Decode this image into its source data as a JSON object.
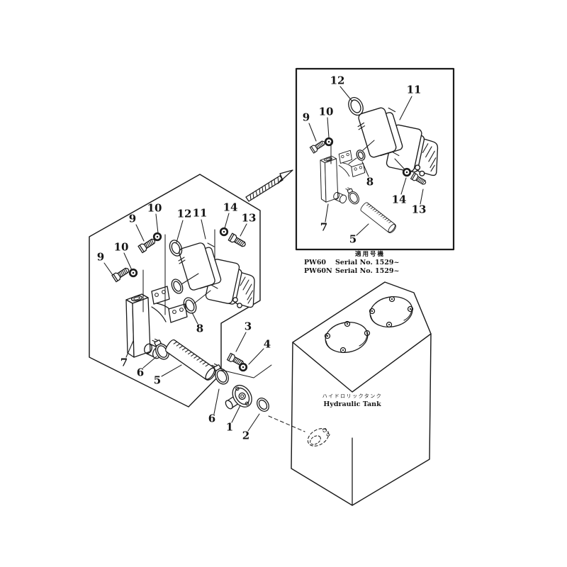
{
  "doc_type": "parts-diagram",
  "caption": {
    "jp_header": "適用号機",
    "rows": [
      {
        "model": "PW60",
        "serial": "Serial No. 1529~"
      },
      {
        "model": "PW60N",
        "serial": "Serial No. 1529~"
      }
    ]
  },
  "tank": {
    "label_jp": "ハイドロリックタンク",
    "label_en": "Hydraulic Tank"
  },
  "callouts_main": [
    "9",
    "10",
    "9",
    "10",
    "12",
    "11",
    "14",
    "13",
    "8",
    "7",
    "6",
    "5",
    "3",
    "4",
    "6",
    "1",
    "2"
  ],
  "callouts_inset": [
    "12",
    "11",
    "9",
    "10",
    "8",
    "14",
    "13",
    "7",
    "5"
  ],
  "colors": {
    "ink": "#1b1b1b",
    "background": "#ffffff"
  }
}
